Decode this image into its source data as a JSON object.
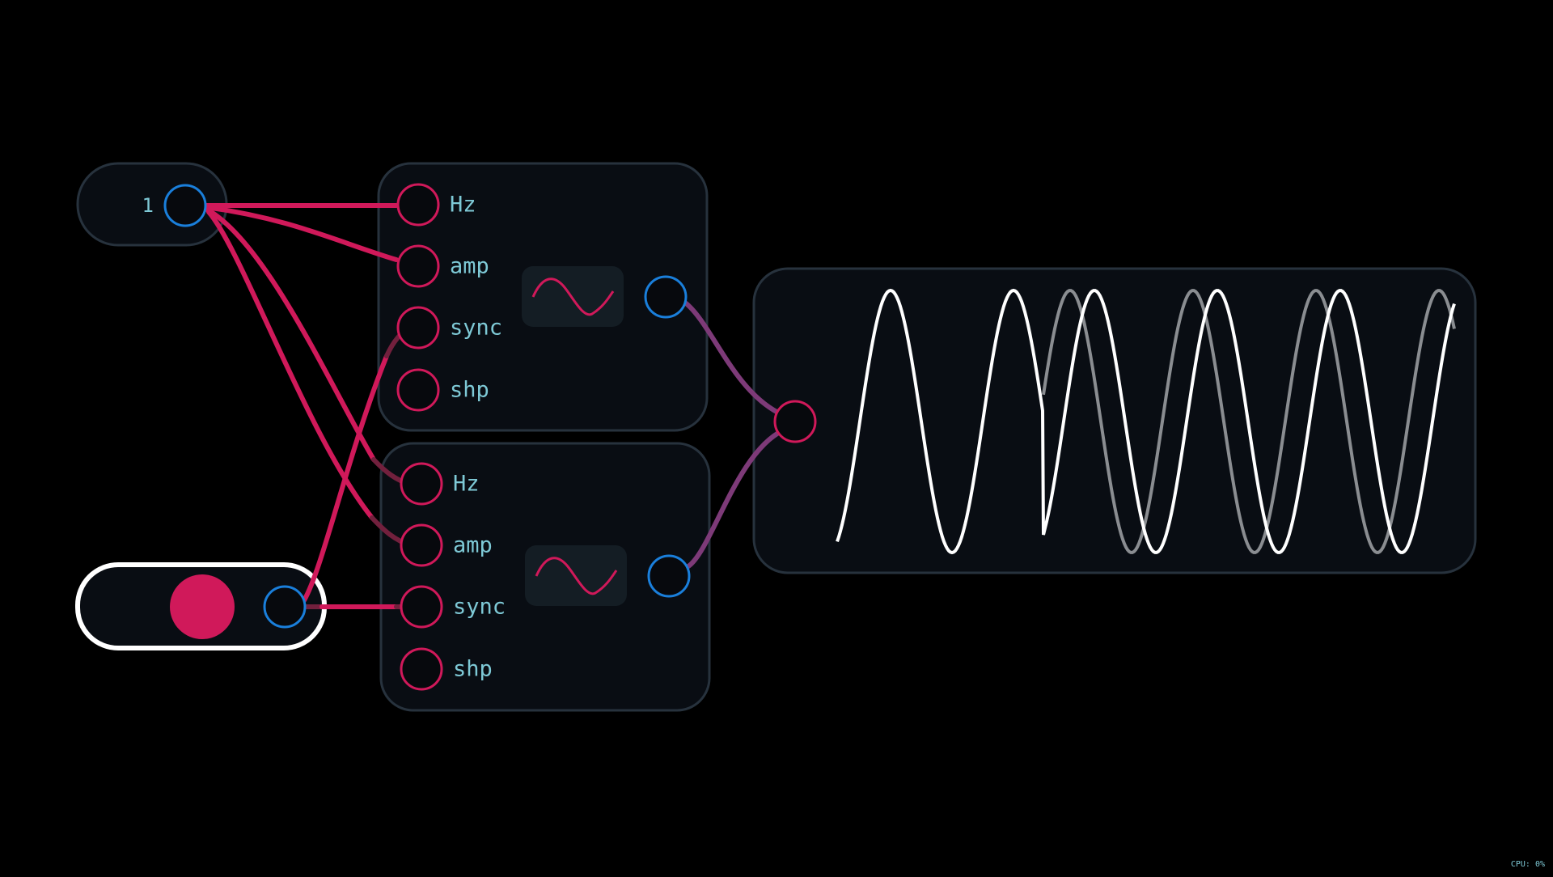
{
  "constant_node": {
    "value": "1"
  },
  "oscillators": [
    {
      "inputs": [
        "Hz",
        "amp",
        "sync",
        "shp"
      ],
      "waveform_icon": "sine-wave-icon"
    },
    {
      "inputs": [
        "Hz",
        "amp",
        "sync",
        "shp"
      ],
      "waveform_icon": "sine-wave-icon"
    }
  ],
  "toggle_node": {
    "state": "on"
  },
  "scope": {
    "traces": 2
  },
  "status": {
    "cpu": "CPU: 0%"
  },
  "colors": {
    "background": "#000000",
    "module_fill": "#090d13",
    "module_border": "#27323d",
    "input_port": "#d0195a",
    "output_port": "#1a7fdb",
    "cable": "#d0195a",
    "cable_out": "#7d3a78",
    "label": "#7ec9d6",
    "trace_primary": "#ffffff",
    "trace_secondary": "#8a8d91"
  }
}
